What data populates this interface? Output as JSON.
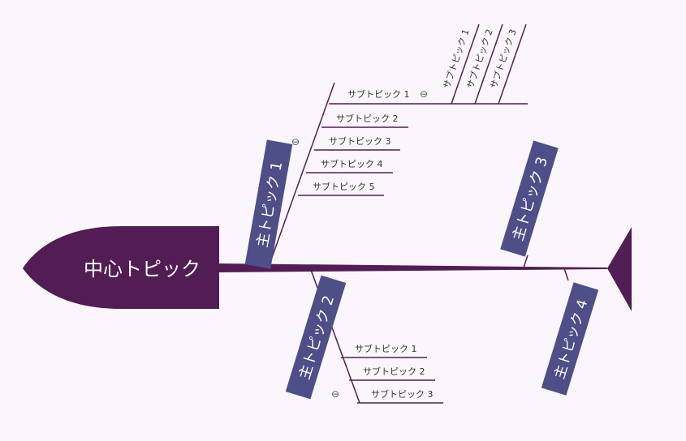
{
  "diagram": {
    "central_topic": "中心トピック",
    "main_topics": [
      {
        "label": "主トピック 1",
        "subtopics": [
          {
            "label": "サブトピック 1",
            "collapsed_marker": "⊖",
            "children": [
              "サブトピック 1",
              "サブトピック 2",
              "サブトピック 3"
            ]
          },
          {
            "label": "サブトピック 2"
          },
          {
            "label": "サブトピック 3"
          },
          {
            "label": "サブトピック 4"
          },
          {
            "label": "サブトピック 5"
          }
        ],
        "collapsed_marker": "⊖"
      },
      {
        "label": "主トピック 2",
        "subtopics": [
          {
            "label": "サブトピック 1"
          },
          {
            "label": "サブトピック 2"
          },
          {
            "label": "サブトピック 3"
          }
        ],
        "collapsed_marker": "⊖"
      },
      {
        "label": "主トピック 3",
        "subtopics": []
      },
      {
        "label": "主トピック 4",
        "subtopics": []
      }
    ]
  },
  "colors": {
    "background": "#fbf6fc",
    "fish": "#521d54",
    "topic_box": "#4e4e88",
    "topic_text": "#ffffff",
    "line": "#521d54",
    "subtopic_text": "#333333"
  }
}
